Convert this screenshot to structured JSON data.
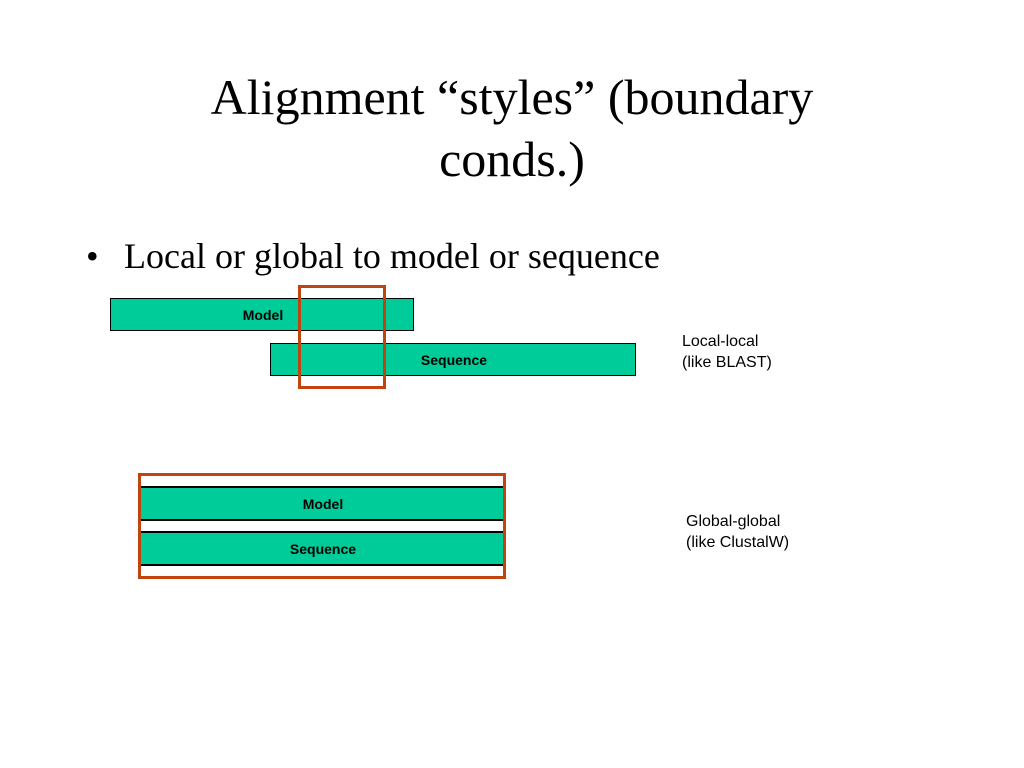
{
  "title": {
    "line1": "Alignment “styles” (boundary",
    "line2": "conds.)"
  },
  "bullet": {
    "marker": "•",
    "text": "Local or global to model or sequence"
  },
  "diagram_local": {
    "model_label": "Model",
    "sequence_label": "Sequence",
    "caption_line1": "Local-local",
    "caption_line2": "(like BLAST)"
  },
  "diagram_global": {
    "model_label": "Model",
    "sequence_label": "Sequence",
    "caption_line1": "Global-global",
    "caption_line2": "(like ClustalW)"
  },
  "colors": {
    "bar_fill": "#00cc99",
    "highlight_border": "#c1440e",
    "text": "#000000",
    "background": "#ffffff"
  }
}
